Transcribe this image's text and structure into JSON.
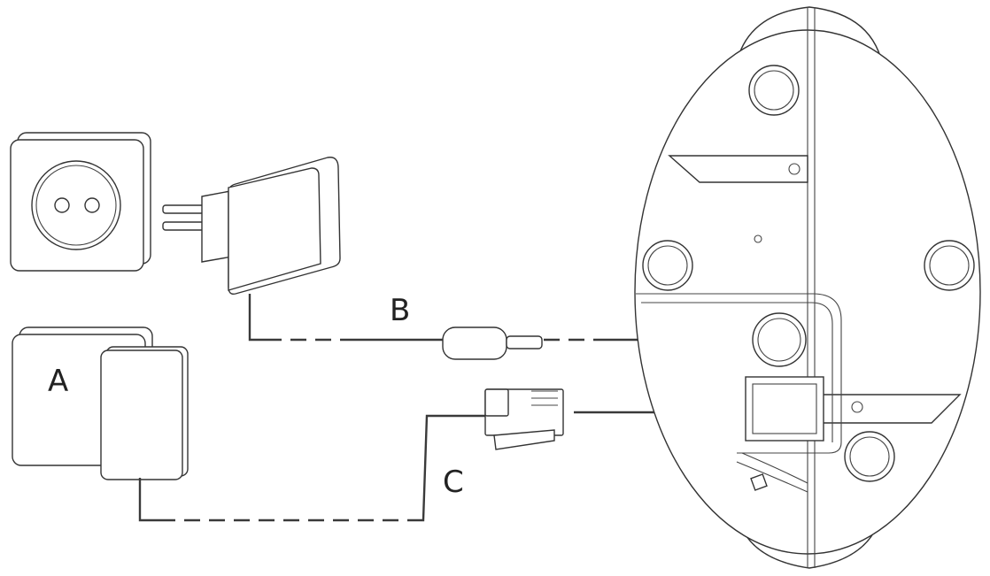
{
  "labels": {
    "a": "A",
    "b": "B",
    "c": "C"
  },
  "colors": {
    "line": "#333333",
    "arrow": "#3a3a3a",
    "background": "#ffffff"
  }
}
